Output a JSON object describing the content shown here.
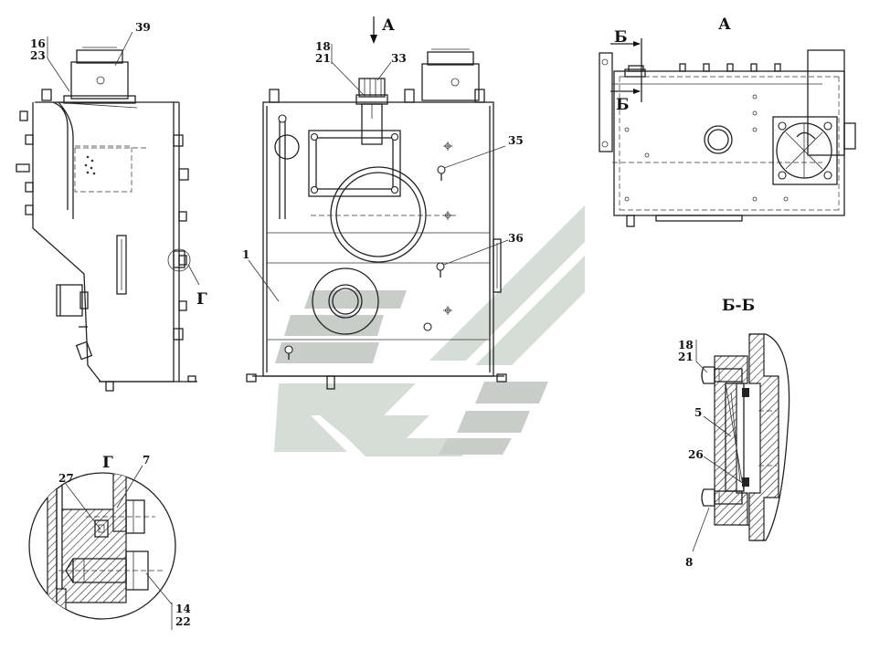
{
  "views": {
    "arrow_a": "А",
    "top_view": "А",
    "section_b": "Б",
    "section_b2": "Б",
    "section_bb": "Б-Б",
    "detail_g": "Г",
    "detail_g_title": "Г"
  },
  "callouts": {
    "c16": "16",
    "c23": "23",
    "c39": "39",
    "c18": "18",
    "c21": "21",
    "c33": "33",
    "c35": "35",
    "c36": "36",
    "c1": "1",
    "c27": "27",
    "c7": "7",
    "c14": "14",
    "c22": "22",
    "c18b": "18",
    "c21b": "21",
    "c5": "5",
    "c26": "26",
    "c8": "8"
  }
}
